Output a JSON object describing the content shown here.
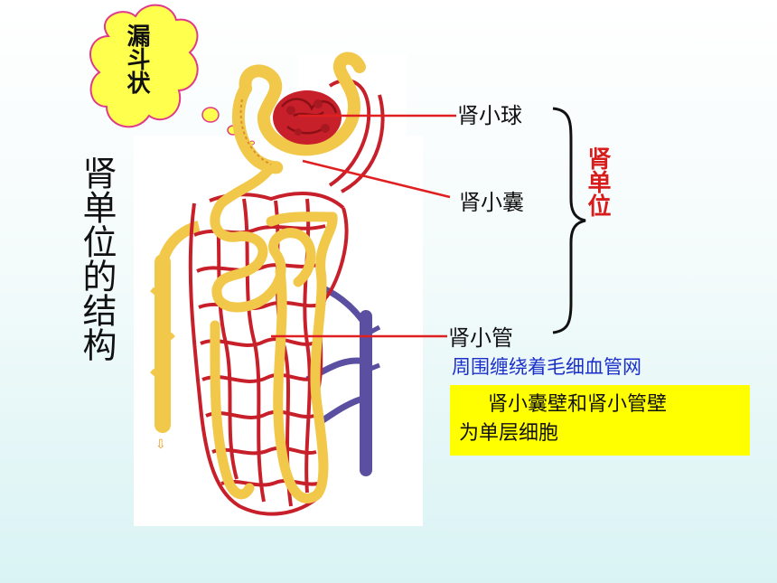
{
  "title": "肾单位的结构",
  "cloud_label": "漏斗状",
  "labels": {
    "glomerulus": "肾小球",
    "capsule": "肾小囊",
    "tubule": "肾小管",
    "nephron": "肾单位"
  },
  "tubule_note": "周围缠绕着毛细血管网",
  "box": {
    "line1": "肾小囊壁和肾小管壁",
    "line2": "为单层细胞"
  },
  "colors": {
    "tubule_yellow": "#f2c84b",
    "vessel_red": "#c8202a",
    "vein_blue": "#5a4fa0",
    "accent_red": "#d81b1b",
    "note_blue": "#1a2fc9",
    "box_yellow": "#ffff00"
  }
}
